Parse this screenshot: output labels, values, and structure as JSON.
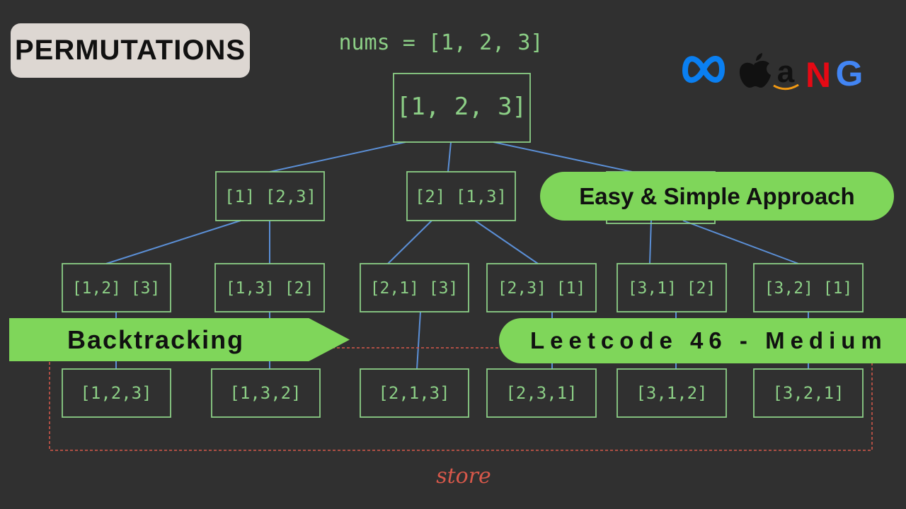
{
  "title": "PERMUTATIONS",
  "nums_label": "nums = [1, 2, 3]",
  "tree": {
    "root": "[1, 2, 3]",
    "level1": [
      "[1] [2,3]",
      "[2] [1,3]"
    ],
    "level2": [
      "[1,2] [3]",
      "[1,3] [2]",
      "[2,1] [3]",
      "[2,3] [1]",
      "[3,1] [2]",
      "[3,2] [1]"
    ],
    "leaves": [
      "[1,2,3]",
      "[1,3,2]",
      "[2,1,3]",
      "[2,3,1]",
      "[3,1,2]",
      "[3,2,1]"
    ]
  },
  "store_label": "store",
  "badges": {
    "approach": "Easy & Simple Approach",
    "backtracking": "Backtracking",
    "leetcode": "Leetcode 46 - Medium"
  },
  "logo": {
    "letters": [
      "a",
      "N",
      "G"
    ],
    "colors": {
      "meta": "#0a7ff1",
      "apple": "#111111",
      "amazon": "#111111",
      "netflix": "#e50914",
      "google_blue": "#4285f4",
      "google_red": "#ea4335",
      "google_yellow": "#fbbc05",
      "google_green": "#34a853"
    }
  },
  "colors": {
    "background": "#303030",
    "chalk": "#8ccf86",
    "edge": "#5b8fd6",
    "store": "#d8584a",
    "badge": "#7fd65a"
  }
}
